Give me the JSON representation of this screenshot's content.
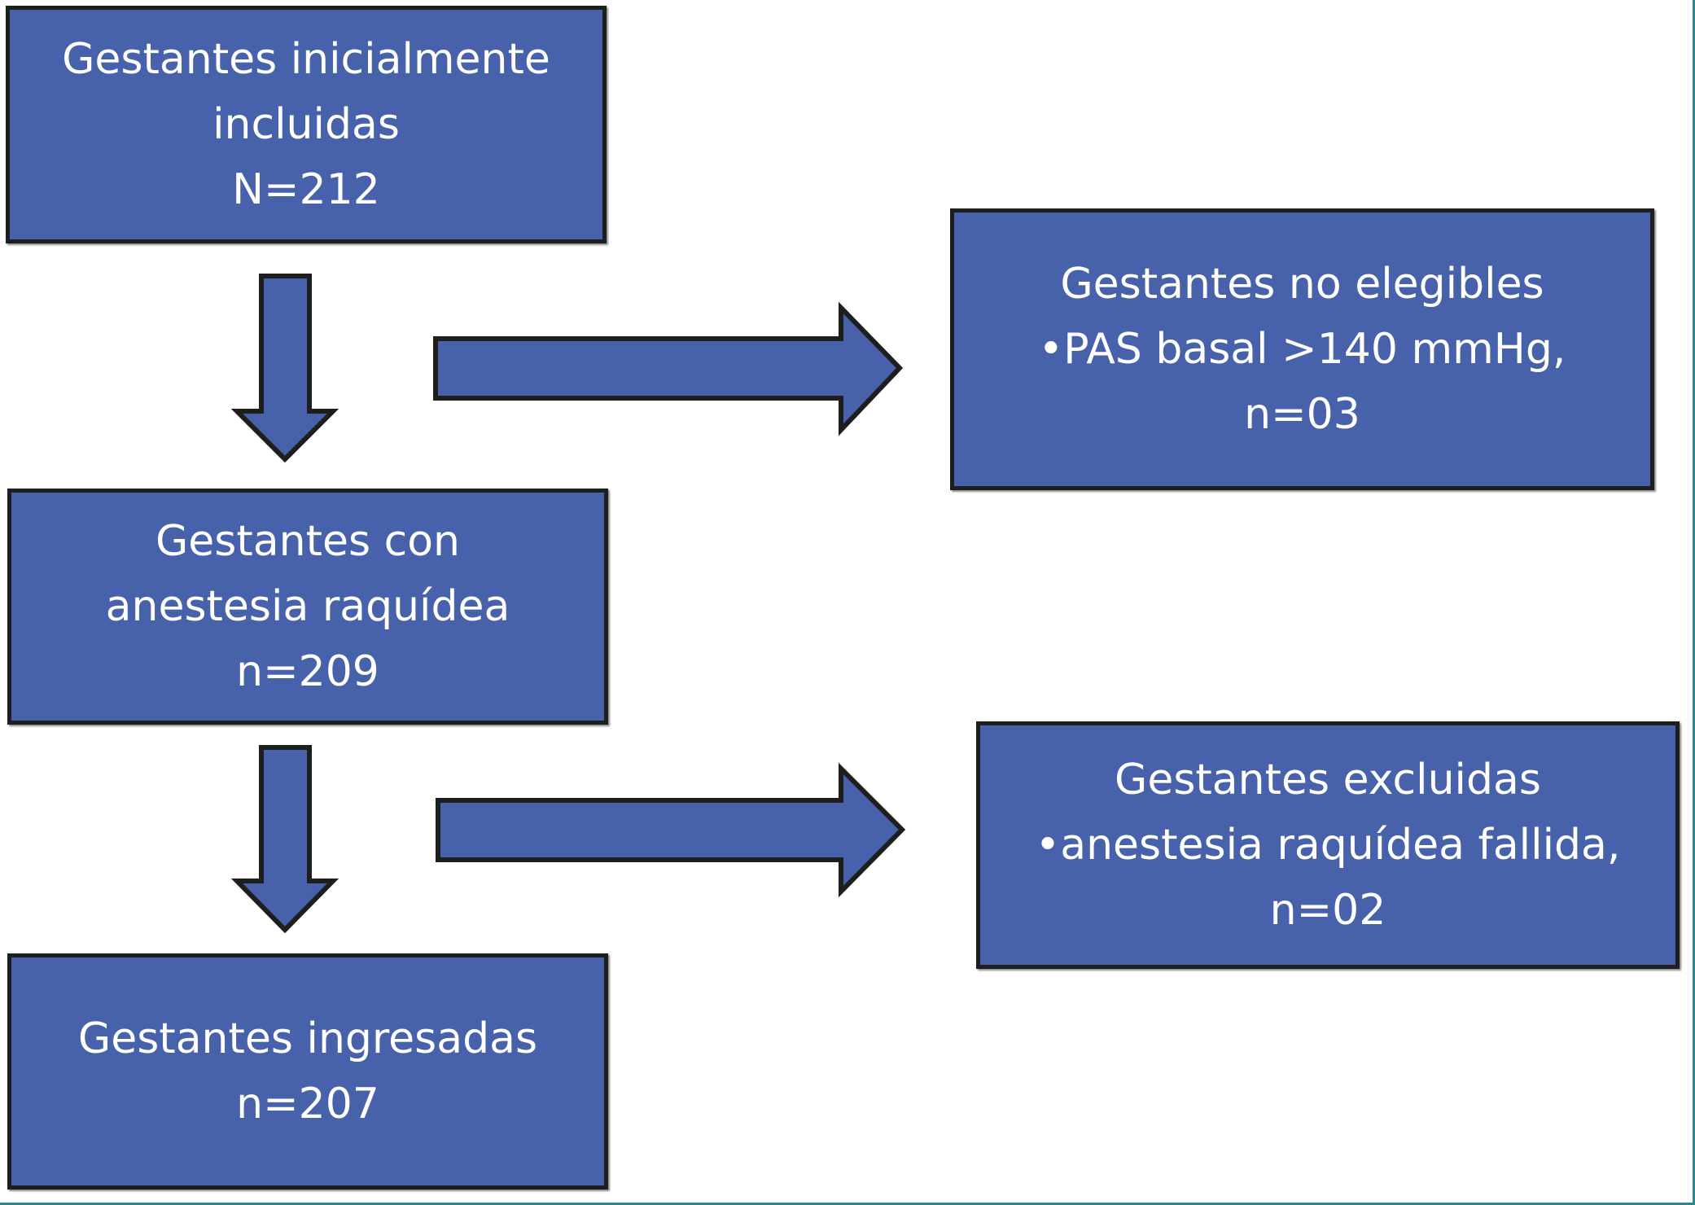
{
  "boxes": {
    "initial": {
      "line1": "Gestantes inicialmente",
      "line2": "incluidas",
      "count": "N=212"
    },
    "ineligible": {
      "title": "Gestantes no elegibles",
      "reason": "•PAS basal >140 mmHg,",
      "count": "n=03"
    },
    "spinal": {
      "line1": "Gestantes con",
      "line2": "anestesia raquídea",
      "count": "n=209"
    },
    "excluded": {
      "title": "Gestantes excluidas",
      "reason": "•anestesia raquídea fallida,",
      "count": "n=02"
    },
    "admitted": {
      "title": "Gestantes ingresadas",
      "count": "n=207"
    }
  },
  "colors": {
    "box_fill": "#4761AA",
    "outline": "#1e1e1e",
    "text": "#ffffff"
  }
}
